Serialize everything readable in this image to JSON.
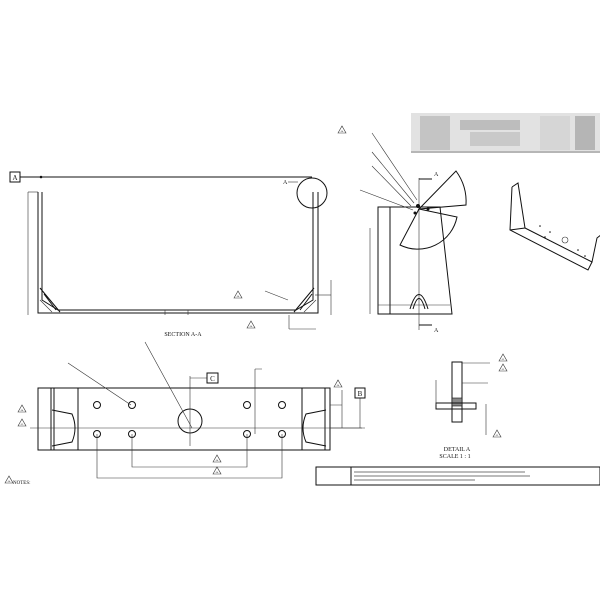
{
  "labels": {
    "datum_a": "A",
    "datum_b": "B",
    "datum_c": "C",
    "section_mark_top": "A",
    "section_mark_bottom": "A",
    "detail_circle_label": "A",
    "section_title": "SECTION A-A",
    "detail_title": "DETAIL A",
    "detail_scale": "SCALE 1 : 1",
    "notes": "NOTES:"
  },
  "revision_tags": [
    "04",
    "04",
    "04",
    "04",
    "03",
    "04",
    "04",
    "04",
    "02",
    "02",
    "02",
    "04"
  ],
  "colors": {
    "line": "#111111",
    "title_block_blur": "#c8c8c8",
    "background": "#ffffff"
  }
}
